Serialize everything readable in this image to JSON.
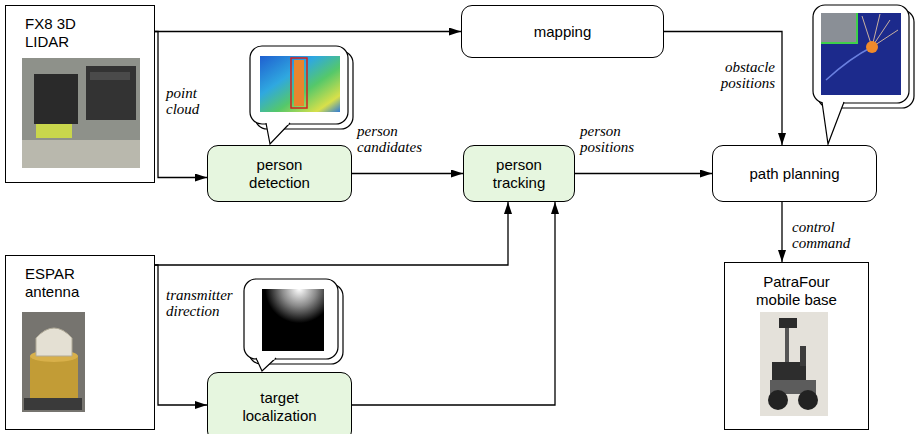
{
  "diagram": {
    "nodes": [
      {
        "text": [
          "FX8 3D LIDAR"
        ]
      },
      {
        "text": [
          "mapping"
        ]
      },
      {
        "text": [
          "person detection"
        ]
      },
      {
        "text": [
          "person tracking"
        ]
      },
      {
        "text": [
          "path planning"
        ]
      },
      {
        "text": [
          "ESPAR antenna"
        ]
      },
      {
        "text": [
          "target localization"
        ]
      },
      {
        "text": [
          "PatraFour mobile base"
        ]
      }
    ],
    "edges": [
      {
        "from": 0,
        "to": 1,
        "arrow": "to"
      },
      {
        "from": 0,
        "to": 2,
        "label": "point cloud",
        "arrow": "to"
      },
      {
        "from": 1,
        "to": 4,
        "label": "obstacle positions",
        "arrow": "to"
      },
      {
        "from": 2,
        "to": 3,
        "label": "person candidates",
        "arrow": "to"
      },
      {
        "from": 3,
        "to": 4,
        "label": "person positions",
        "arrow": "to"
      },
      {
        "from": 4,
        "to": 7,
        "label": "control command",
        "arrow": "to"
      },
      {
        "from": 5,
        "to": 3,
        "arrow": "to"
      },
      {
        "from": 5,
        "to": 6,
        "label": "transmitter direction",
        "arrow": "to"
      },
      {
        "from": 6,
        "to": 3,
        "arrow": "to"
      }
    ]
  }
}
